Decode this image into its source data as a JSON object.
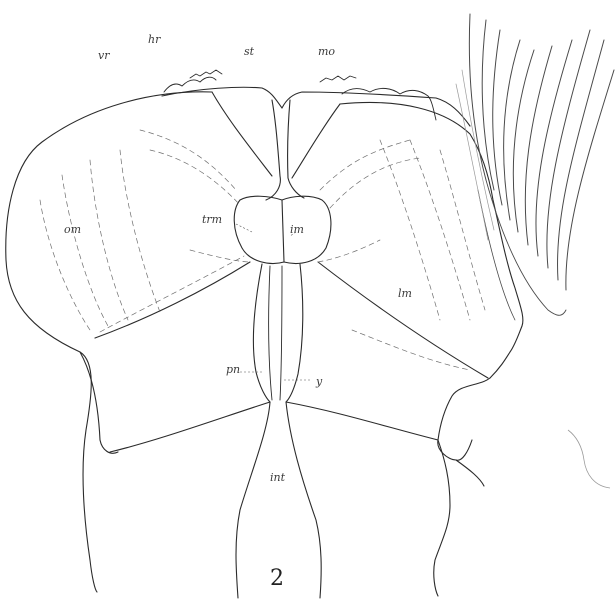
{
  "figure": {
    "number": "2",
    "labels": {
      "vr": "vr",
      "hr": "hr",
      "st": "st",
      "mo": "mo",
      "om": "om",
      "trm": "trm",
      "im": "im",
      "lm": "lm",
      "pn": "pn",
      "y": "y",
      "int": "int"
    }
  },
  "colors": {
    "ink": "#2b2b2b",
    "paper": "#ffffff"
  }
}
